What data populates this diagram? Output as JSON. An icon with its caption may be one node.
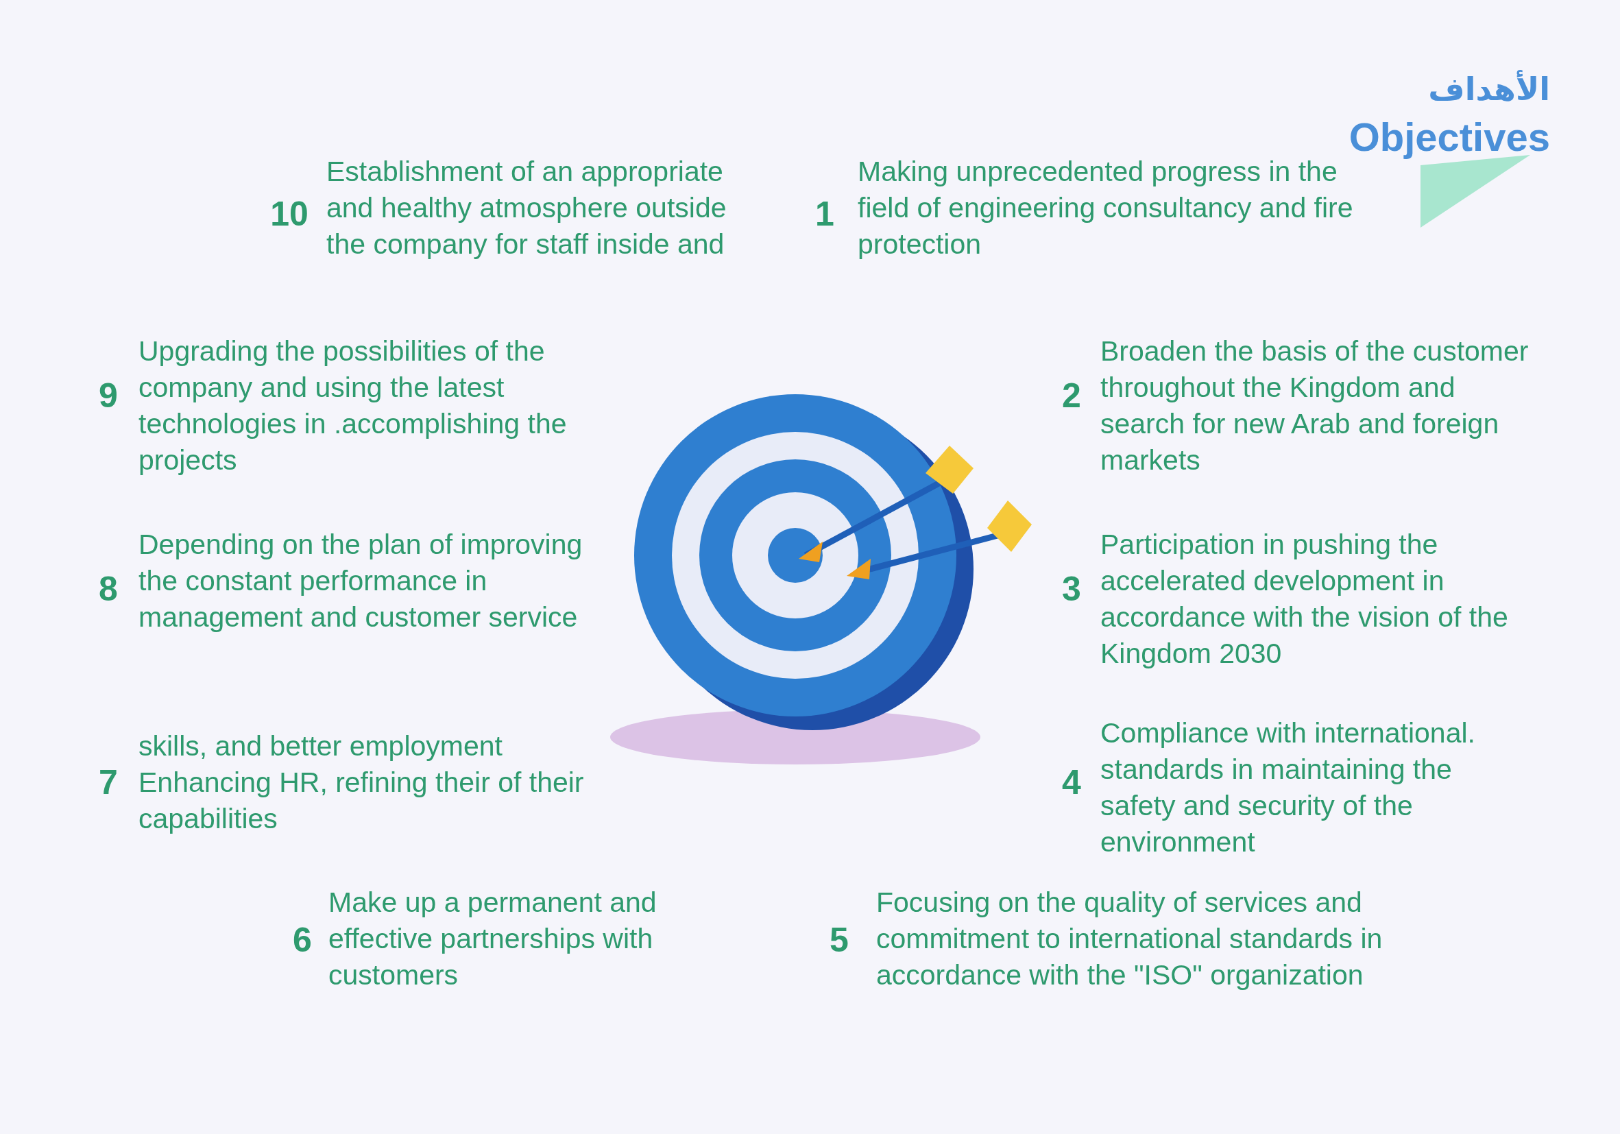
{
  "diagram": {
    "title": "Objectives",
    "labels": [
      "الأهداف",
      "10",
      "Establishment of an appropriate and healthy atmosphere outside the company for staff inside and",
      "1",
      "Making unprecedented progress in the field of engineering consultancy and fire protection",
      "9",
      "Upgrading the possibilities of the company and using the latest technologies in .accomplishing the projects",
      "2",
      "Broaden the basis of the customer throughout the Kingdom and search for new Arab and foreign markets",
      "8",
      "Depending on the plan of improving the constant performance in management and customer service",
      "3",
      "Participation in pushing the accelerated development in accordance with the vision of the Kingdom 2030",
      "7",
      "skills, and better employment Enhancing HR, refining their of their capabilities",
      "4",
      "Compliance with international. standards in maintaining the safety and security of the environment",
      "6",
      "Make up a permanent and effective partnerships with customers",
      "5",
      "Focusing on the quality of services and commitment to international standards in accordance with the \"ISO\" organization"
    ]
  }
}
